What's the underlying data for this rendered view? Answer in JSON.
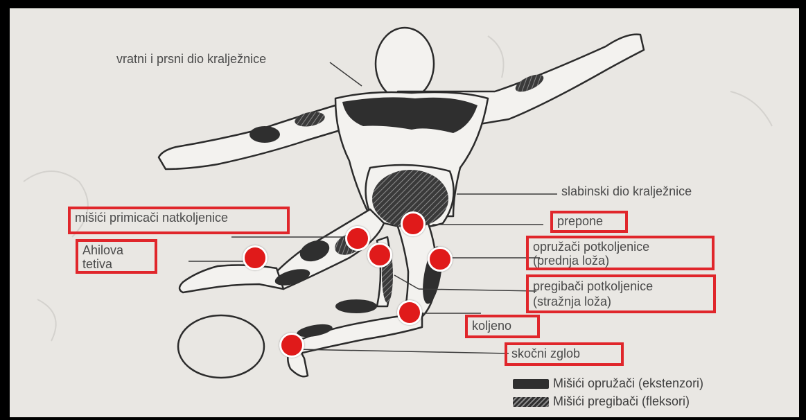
{
  "colors": {
    "annotation_red": "#e0262b",
    "marker_red": "#e01a1a",
    "muscle_dark": "#2f2f2f",
    "paper": "#e9e7e3"
  },
  "labels": {
    "spine_upper": "vratni i prsni dio kralježnice",
    "spine_lumbar": "slabinski dio kralježnice"
  },
  "boxed_labels": {
    "adductors": "mišići primicači natkoljenice",
    "achilles_line1": "Ahilova",
    "achilles_line2": "tetiva",
    "groin": "prepone",
    "extensors_line1": "opružači potkoljenice",
    "extensors_line2": "(prednja loža)",
    "flexors_line1": "pregibači potkoljenice",
    "flexors_line2": "(stražnja loža)",
    "knee": "koljeno",
    "ankle": "skočni zglob"
  },
  "legend": {
    "extensors": "Mišići opružači (ekstenzori)",
    "flexors": "Mišići pregibači (fleksori)"
  },
  "markers": [
    {
      "name": "achilles-marker"
    },
    {
      "name": "adductor-marker"
    },
    {
      "name": "adductor-lower-marker"
    },
    {
      "name": "groin-marker"
    },
    {
      "name": "extensor-marker"
    },
    {
      "name": "knee-marker"
    },
    {
      "name": "ankle-marker"
    }
  ]
}
